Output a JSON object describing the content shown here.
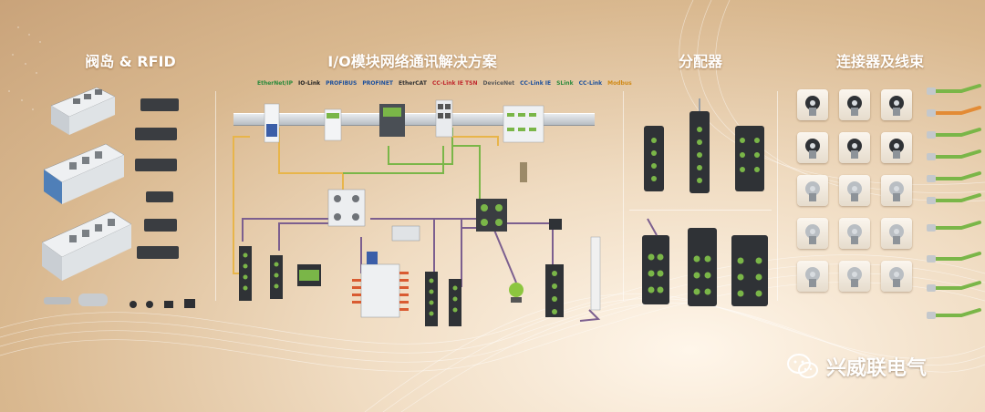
{
  "sections": {
    "valve": {
      "title": "阀岛 & RFID"
    },
    "io": {
      "title": "I/O模块网络通讯解决方案"
    },
    "splitter": {
      "title": "分配器"
    },
    "connector": {
      "title": "连接器及线束"
    }
  },
  "protocol_logos": [
    {
      "label": "EtherNet/IP",
      "color": "#2c8a3c"
    },
    {
      "label": "IO-Link",
      "color": "#222222"
    },
    {
      "label": "PROFIBUS",
      "color": "#1b4f9c"
    },
    {
      "label": "PROFINET",
      "color": "#1b4f9c"
    },
    {
      "label": "EtherCAT",
      "color": "#333333"
    },
    {
      "label": "CC-Link IE TSN",
      "color": "#c0282d"
    },
    {
      "label": "DeviceNet",
      "color": "#5a5a5a"
    },
    {
      "label": "CC-Link IE",
      "color": "#1b4f9c"
    },
    {
      "label": "SLink",
      "color": "#2c8a3c"
    },
    {
      "label": "CC-Link",
      "color": "#1b4f9c"
    },
    {
      "label": "Modbus",
      "color": "#d08a17"
    }
  ],
  "brand": {
    "name": "兴威联电气"
  },
  "colors": {
    "accent_green": "#7ab648",
    "accent_purple": "#7c5f8f",
    "accent_yellow": "#e8b54a",
    "title_white": "#ffffff"
  }
}
